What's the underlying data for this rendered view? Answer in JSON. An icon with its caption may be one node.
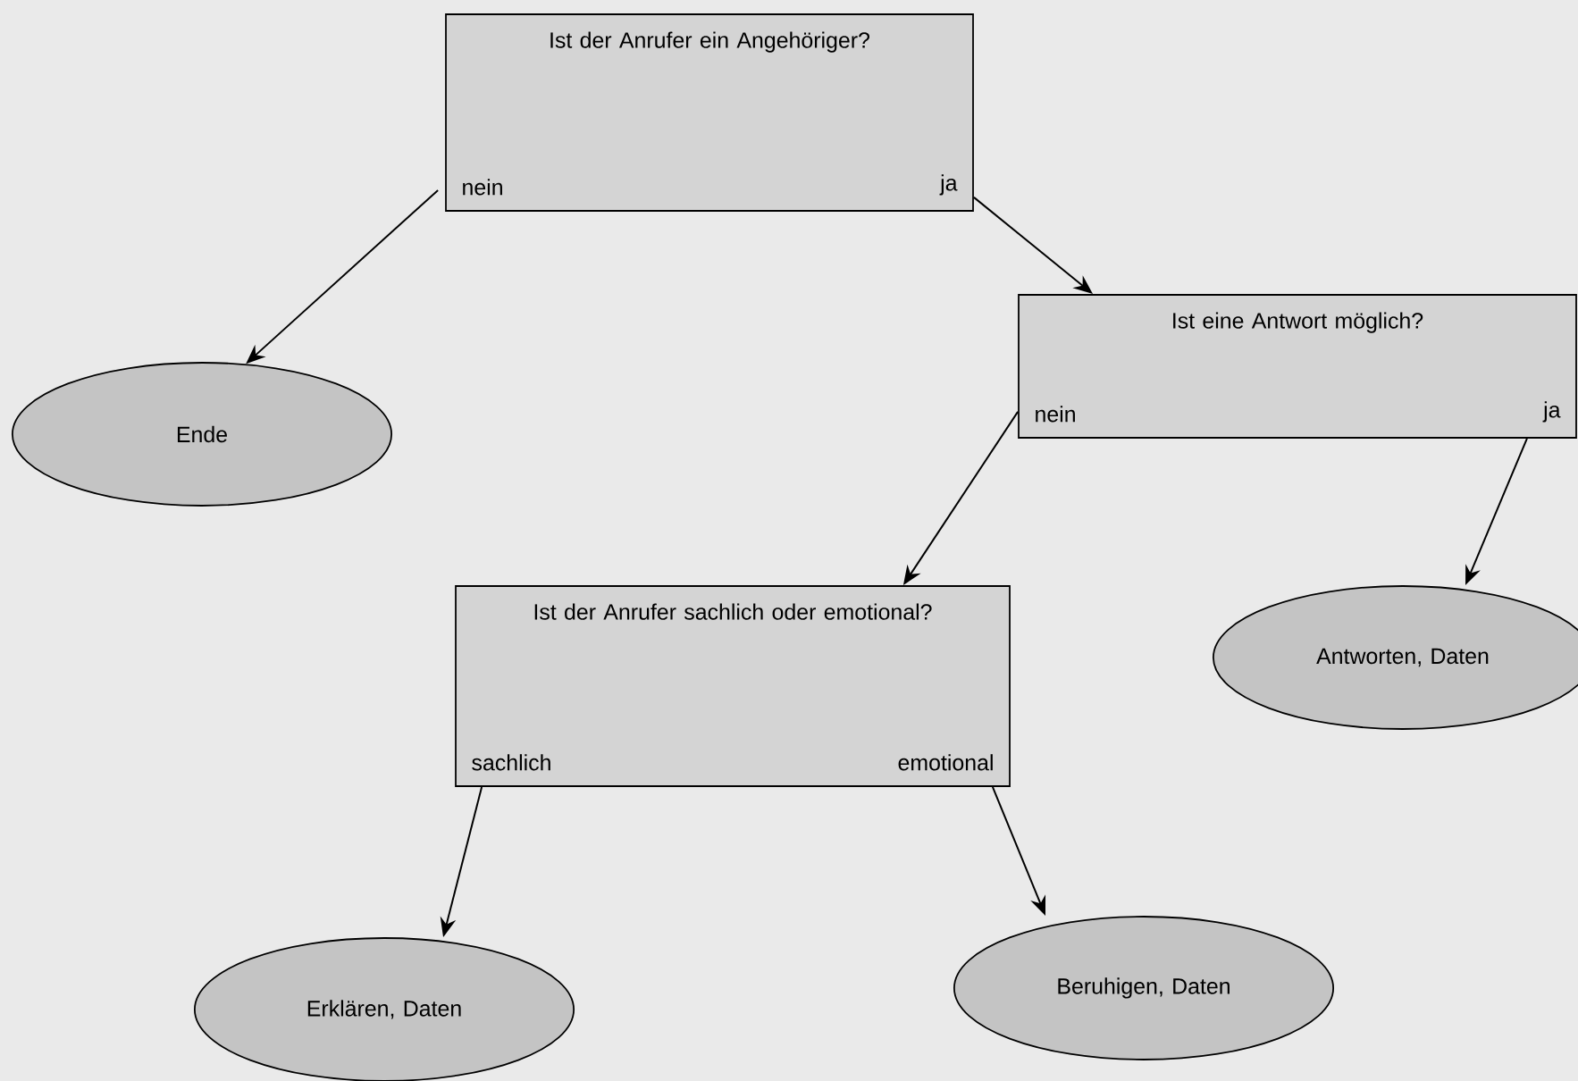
{
  "diagram": {
    "nodes": [
      {
        "text": [
          "Ist der Anrufer ein Angehöriger?",
          "nein",
          "ja"
        ]
      },
      {
        "text": [
          "Ende"
        ]
      },
      {
        "text": [
          "Ist eine Antwort möglich?",
          "nein",
          "ja"
        ]
      },
      {
        "text": [
          "Ist der Anrufer sachlich oder emotional?",
          "sachlich",
          "emotional"
        ]
      },
      {
        "text": [
          "Antworten, Daten"
        ]
      },
      {
        "text": [
          "Erklären, Daten"
        ]
      },
      {
        "text": [
          "Beruhigen, Daten"
        ]
      }
    ],
    "edges": [
      {
        "from": 0,
        "to": 1,
        "arrow": "to"
      },
      {
        "from": 0,
        "to": 2,
        "arrow": "to"
      },
      {
        "from": 2,
        "to": 3,
        "arrow": "to"
      },
      {
        "from": 2,
        "to": 4,
        "arrow": "to"
      },
      {
        "from": 3,
        "to": 5,
        "arrow": "to"
      },
      {
        "from": 3,
        "to": 6,
        "arrow": "to"
      }
    ]
  }
}
